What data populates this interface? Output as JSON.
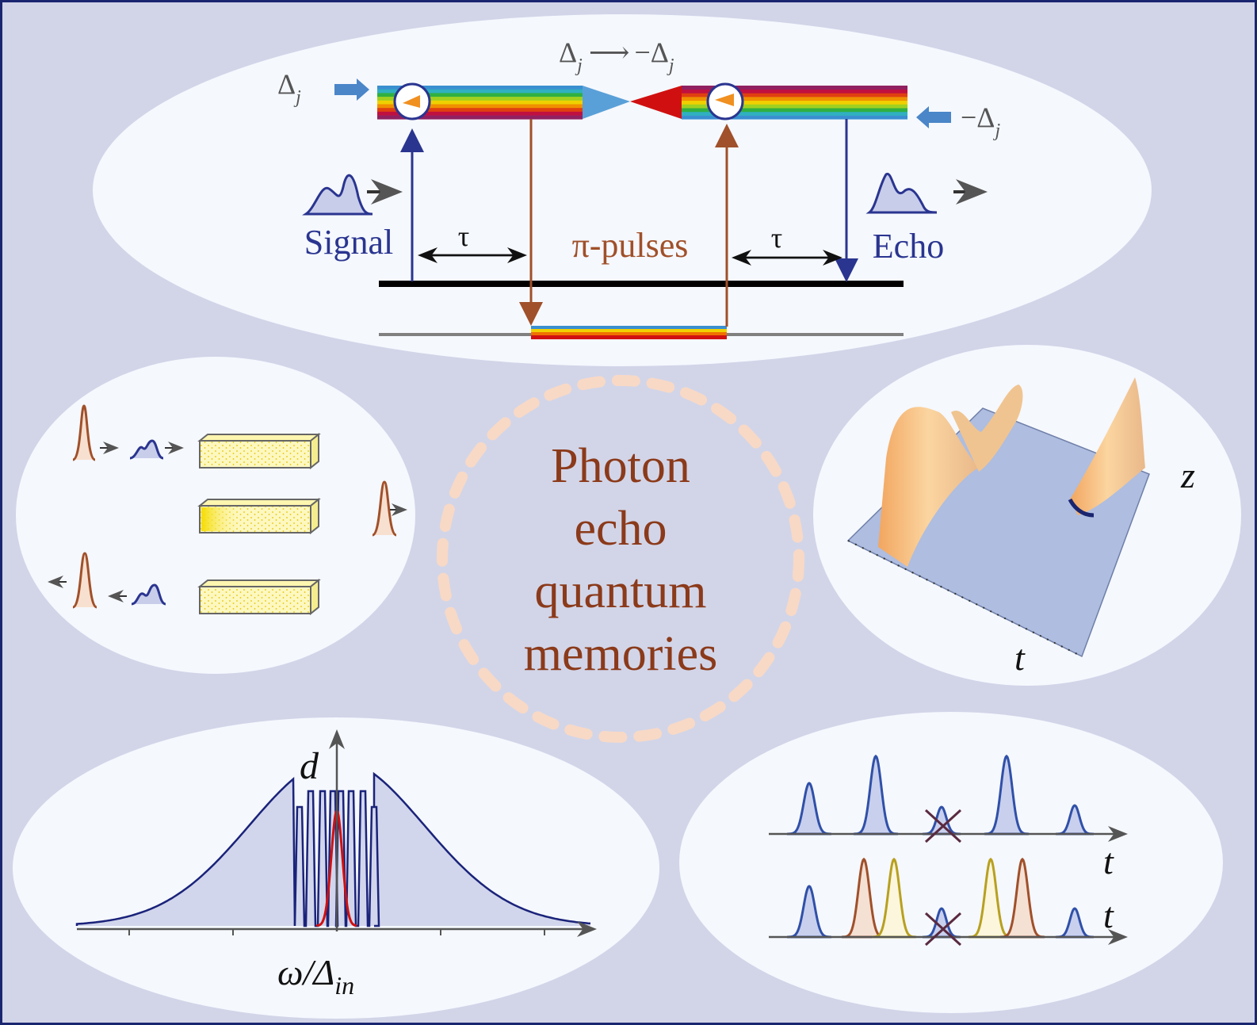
{
  "top": {
    "delta_left": {
      "base": "Δ",
      "sub": "j"
    },
    "delta_center": {
      "base": "Δ",
      "sub": "j",
      "arrow": "⟶",
      "neg": "−Δ",
      "neg_sub": "j"
    },
    "delta_right": {
      "base": "−Δ",
      "sub": "j"
    },
    "signal_label": "Signal",
    "tau_left": "τ",
    "pi_pulses_label": "π-pulses",
    "tau_right": "τ",
    "echo_label": "Echo"
  },
  "center": {
    "title_lines": [
      "Photon",
      "echo",
      "quantum",
      "memories"
    ]
  },
  "surface_plot": {
    "axis_z": "z",
    "axis_t": "t"
  },
  "spectrum": {
    "axis_y": "d",
    "axis_x": {
      "base": "ω/Δ",
      "sub": "in"
    }
  },
  "pulse_trains": {
    "axis_t_top": "t",
    "axis_t_bottom": "t"
  },
  "colors": {
    "background": "#d2d5e8",
    "border": "#1a2570",
    "ellipse": "#f5f8fd",
    "signal_blue": "#2a3590",
    "pulse_brown": "#a0502a",
    "title_brown": "#8b3a1a",
    "dashed_circle": "#f8d9c6"
  }
}
